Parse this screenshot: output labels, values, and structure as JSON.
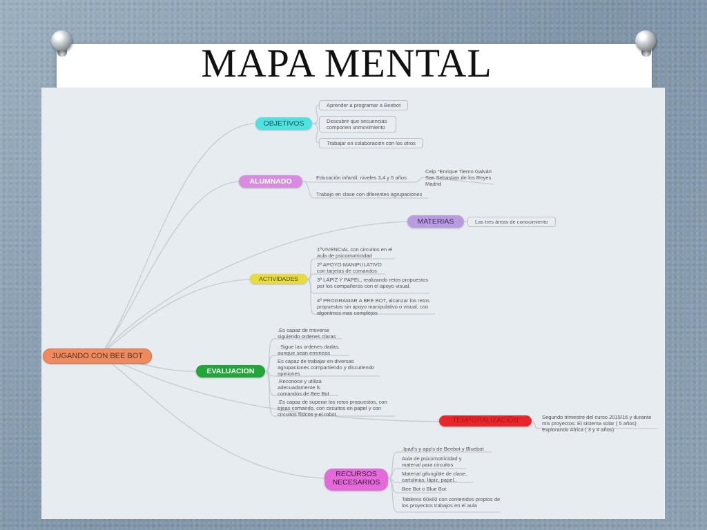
{
  "title": "MAPA MENTAL",
  "map": {
    "center": "JUGANDO CON BEE BOT",
    "objetivos": {
      "label": "OBJETIVOS",
      "items": [
        "Aprender a programar a Beebot",
        "Descubrir que secuencias componen unmovimiento",
        "Trabajar en colaboración con los otros"
      ]
    },
    "alumnado": {
      "label": "ALUMNADO",
      "item1": "Educación infantil, niveles 3,4 y 5 años",
      "school": "Ceip \"Enrique Tierno Galván San Sebastian de los Reyes Madrid",
      "item2": "Trabajo en clase con diferentes agrupaciones"
    },
    "materias": {
      "label": "MATERIAS",
      "item": "Las tres áreas de conocimiento"
    },
    "actividades": {
      "label": "ACTIVIDADES",
      "items": [
        "1ºVIVENCIAL con circuitos en el aula de psicomotricidad",
        "2º APOYO MANIPULATIVO con tarjetas de comandos",
        "3º LÁPIZ Y PAPEL, realizando retos propuestos por los compañeros con el apoyo visual.",
        "4º PROGRAMAR A BEE BOT, alcanzar los retos propuestos sin apoyo manipulativo o visual, con algoritmos mas complejos"
      ]
    },
    "evaluacion": {
      "label": "EVALUACION",
      "items": [
        ".Es capaz de moverse siguiendo ordenes claras",
        ". Sigue las ordenes dadas, aunque sean erroneas",
        "Es capaz de trabajar en diversas agrupaciones compartiendo y discutiendo opiniones",
        ".Reconoce y utiliza adecuadamente ls comandos de Bee Bot",
        ".Es capaz de superar los retos propuestos, con trjeas comando, con circuitos en papel y con circuitos físicos y el robot."
      ]
    },
    "temporalizacion": {
      "label": "TEMPORALIZACIÓN",
      "item": "Segundo trimestre del curso 2015/16 y durante mis proyectos: El sistema solar ( 5 años) Explorando África ( 3 y 4 años)"
    },
    "recursos": {
      "label": "RECURSOS NECESARIOS",
      "items": [
        ".Ipad's y app's de Beebot y Bluebot",
        "Aula de psicomotricidad y material para circuitos",
        "Material gifungible de clase, cartulinas, lápiz, papel..",
        "Bee Bot o Blue Bot",
        "Tableros 60x60 con contenidos propios de los proyectos trabajos en el aula"
      ]
    }
  },
  "colors": {
    "center": "#f08a5d",
    "objetivos": "#4fe3e0",
    "alumnado": "#d98be0",
    "materias": "#b99ce0",
    "actividades": "#e8dc3a",
    "evaluacion": "#22a63a",
    "temporalizacion": "#e8262a",
    "recursos": "#e36ad8"
  }
}
